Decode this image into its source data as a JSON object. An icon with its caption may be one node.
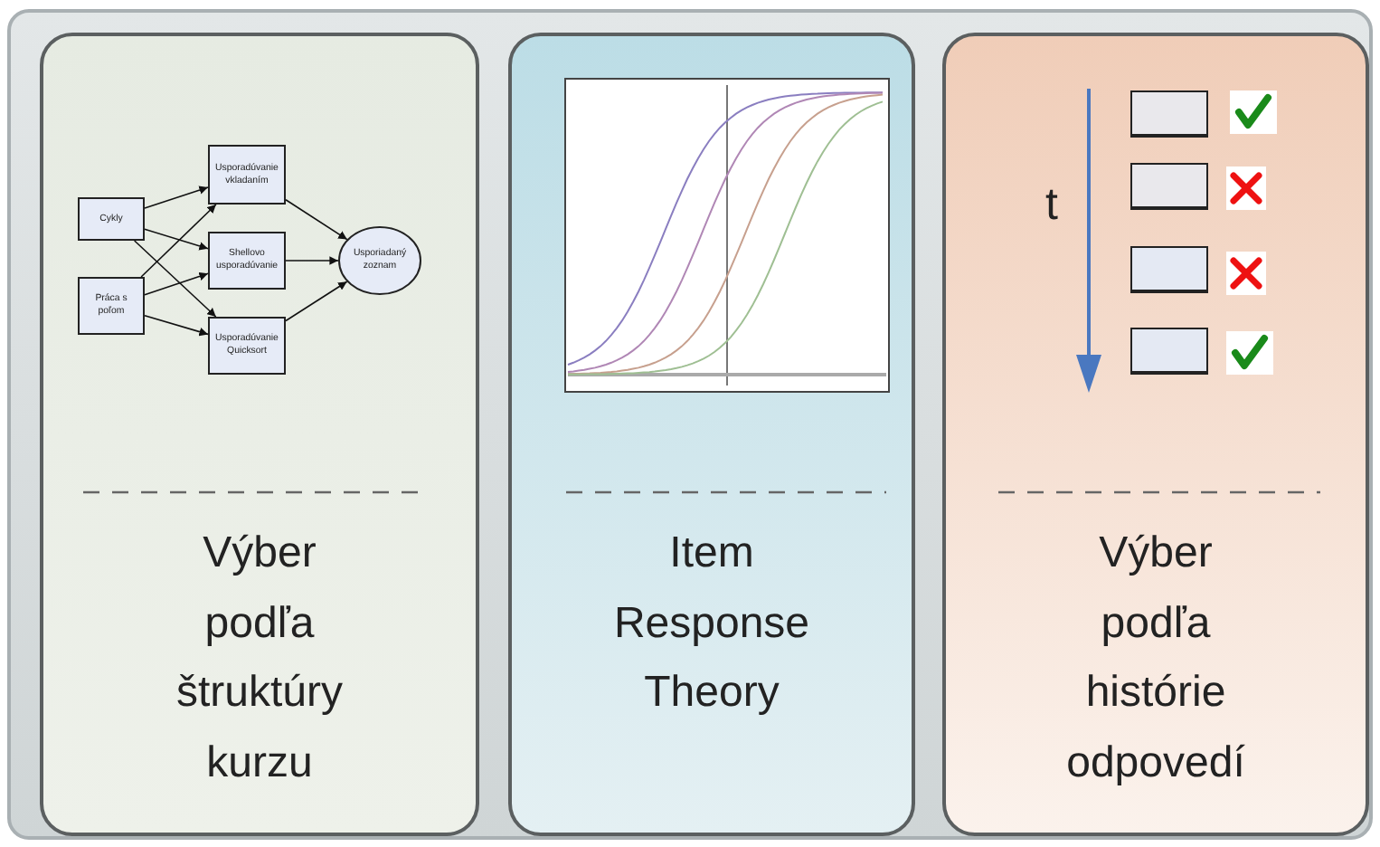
{
  "diagram": {
    "nodes": [
      {
        "text": [
          "Výber podľa štruktúry kurzu"
        ]
      },
      {
        "text": [
          "Cykly"
        ],
        "in": 0
      },
      {
        "text": [
          "Práca s poľom"
        ],
        "in": 0
      },
      {
        "text": [
          "Usporadúvanie vkladaním"
        ],
        "in": 0
      },
      {
        "text": [
          "Shellovo usporadúvanie"
        ],
        "in": 0
      },
      {
        "text": [
          "Usporadúvanie Quicksort"
        ],
        "in": 0
      },
      {
        "text": [
          "Usporiadaný zoznam"
        ],
        "in": 0
      },
      {
        "text": [
          "Item Response Theory"
        ]
      },
      {
        "text": [
          "Výber podľa histórie odpovedí"
        ]
      },
      {
        "text": [],
        "shape": "box",
        "in": 8
      },
      {
        "text": [],
        "shape": "box",
        "in": 8
      },
      {
        "text": [],
        "shape": "box",
        "in": 8
      },
      {
        "text": [],
        "shape": "box",
        "in": 8
      }
    ],
    "edges": [
      {
        "from": 1,
        "to": 3,
        "arrow": "to"
      },
      {
        "from": 1,
        "to": 4,
        "arrow": "to"
      },
      {
        "from": 1,
        "to": 5,
        "arrow": "to"
      },
      {
        "from": 2,
        "to": 3,
        "arrow": "to"
      },
      {
        "from": 2,
        "to": 4,
        "arrow": "to"
      },
      {
        "from": 2,
        "to": 5,
        "arrow": "to"
      },
      {
        "from": 3,
        "to": 6,
        "arrow": "to"
      },
      {
        "from": 4,
        "to": 6,
        "arrow": "to"
      },
      {
        "from": 5,
        "to": 6,
        "arrow": "to"
      }
    ],
    "labels": [
      "t"
    ]
  }
}
